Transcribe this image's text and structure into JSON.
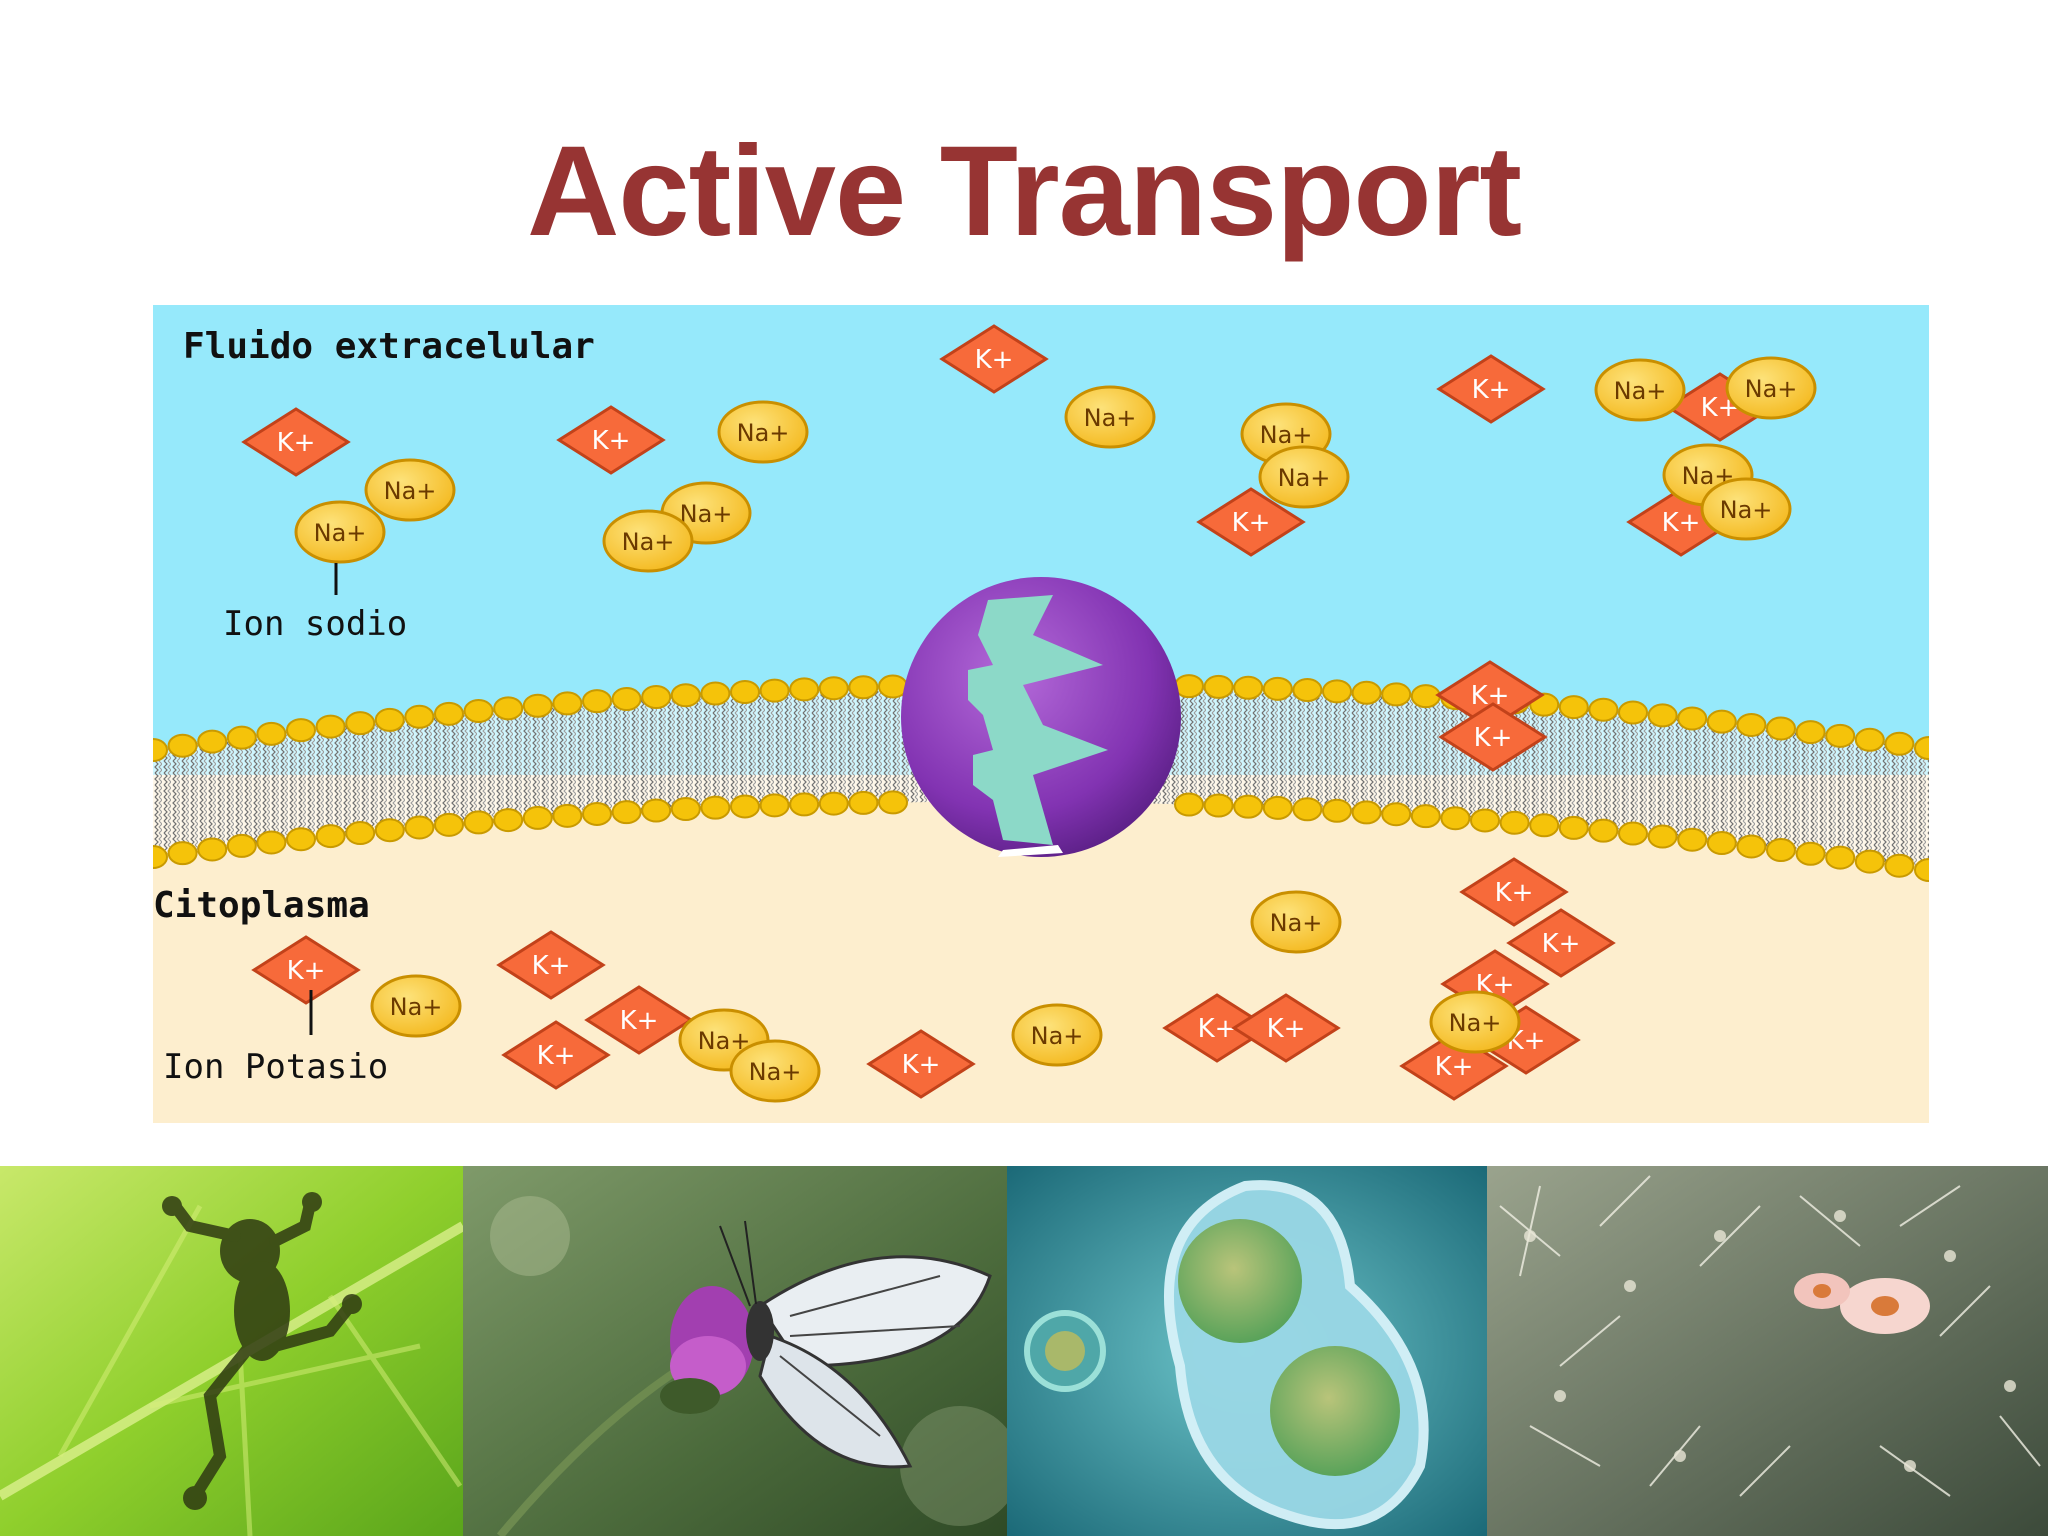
{
  "slide": {
    "title": "Active Transport"
  },
  "diagram": {
    "outside_label": "Fluido extracelular",
    "inside_label": "Citoplasma",
    "sodium_callout": "Ion sodio",
    "potassium_callout": "Ion Potasio",
    "sodium_symbol": "Na",
    "potassium_symbol": "K",
    "charge": "+",
    "colors": {
      "extracellular": "#96e9fb",
      "cytoplasm": "#fdeece",
      "sodium": "#fbd03f",
      "potassium": "#f76a3a",
      "membrane_head": "#f5c30a",
      "protein": "#8b3cb8",
      "protein_core": "#8cd9c8"
    }
  },
  "photos": [
    {
      "name": "frog-on-leaf-photo"
    },
    {
      "name": "butterfly-on-flower-photo"
    },
    {
      "name": "dividing-cell-photo"
    },
    {
      "name": "cactus-flower-photo"
    }
  ]
}
